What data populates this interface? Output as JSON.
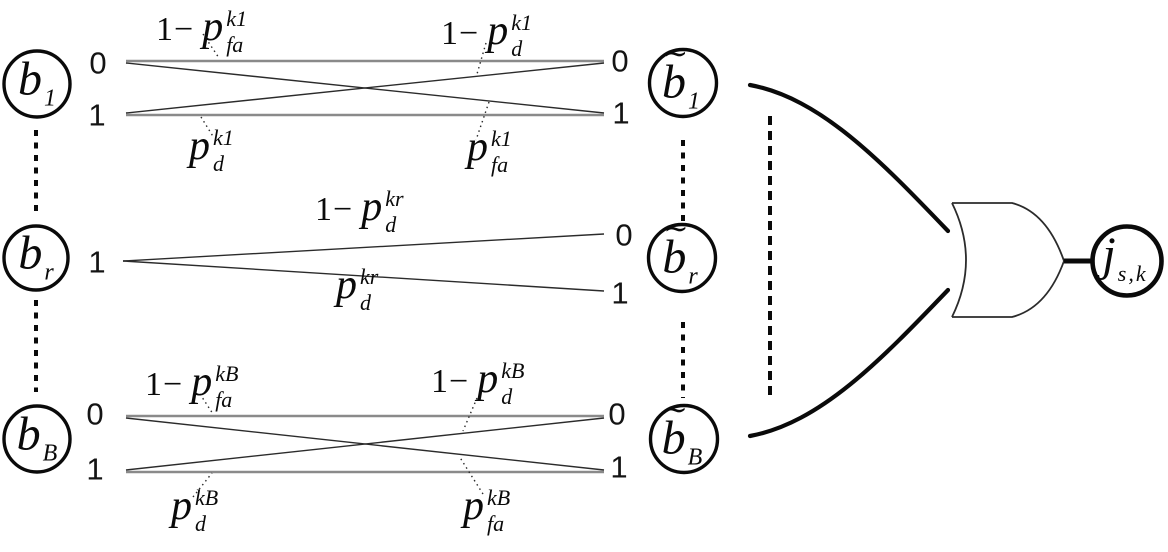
{
  "colors": {
    "ink": "#000000",
    "channel_line_gray": "#8a8a8a"
  },
  "gate": {
    "type": "OR"
  },
  "output_node": {
    "base": "j",
    "sub": "s,k"
  },
  "channels": [
    {
      "id": "k1",
      "input_node": {
        "base": "b",
        "sub": "1"
      },
      "output_node": {
        "tilde": "∼",
        "base": "b",
        "sub": "1"
      },
      "input_bits": [
        "0",
        "1"
      ],
      "output_bits": [
        "0",
        "1"
      ],
      "transition_labels": {
        "top_left": {
          "prefix": "1−",
          "base": "p",
          "sup": "k1",
          "sub": "fa"
        },
        "top_right": {
          "prefix": "1−",
          "base": "p",
          "sup": "k1",
          "sub": "d"
        },
        "bottom_left": {
          "base": "p",
          "sup": "k1",
          "sub": "d"
        },
        "bottom_right": {
          "base": "p",
          "sup": "k1",
          "sub": "fa"
        }
      }
    },
    {
      "id": "kr",
      "input_node": {
        "base": "b",
        "sub": "r"
      },
      "output_node": {
        "tilde": "∼",
        "base": "b",
        "sub": "r"
      },
      "input_bits": [
        "1"
      ],
      "output_bits": [
        "0",
        "1"
      ],
      "transition_labels": {
        "top": {
          "prefix": "1−",
          "base": "p",
          "sup": "kr",
          "sub": "d"
        },
        "bottom": {
          "base": "p",
          "sup": "kr",
          "sub": "d"
        }
      }
    },
    {
      "id": "kB",
      "input_node": {
        "base": "b",
        "sub": "B"
      },
      "output_node": {
        "tilde": "∼",
        "base": "b",
        "sub": "B"
      },
      "input_bits": [
        "0",
        "1"
      ],
      "output_bits": [
        "0",
        "1"
      ],
      "transition_labels": {
        "top_left": {
          "prefix": "1−",
          "base": "p",
          "sup": "kB",
          "sub": "fa"
        },
        "top_right": {
          "prefix": "1−",
          "base": "p",
          "sup": "kB",
          "sub": "d"
        },
        "bottom_left": {
          "base": "p",
          "sup": "kB",
          "sub": "d"
        },
        "bottom_right": {
          "base": "p",
          "sup": "kB",
          "sub": "fa"
        }
      }
    }
  ]
}
